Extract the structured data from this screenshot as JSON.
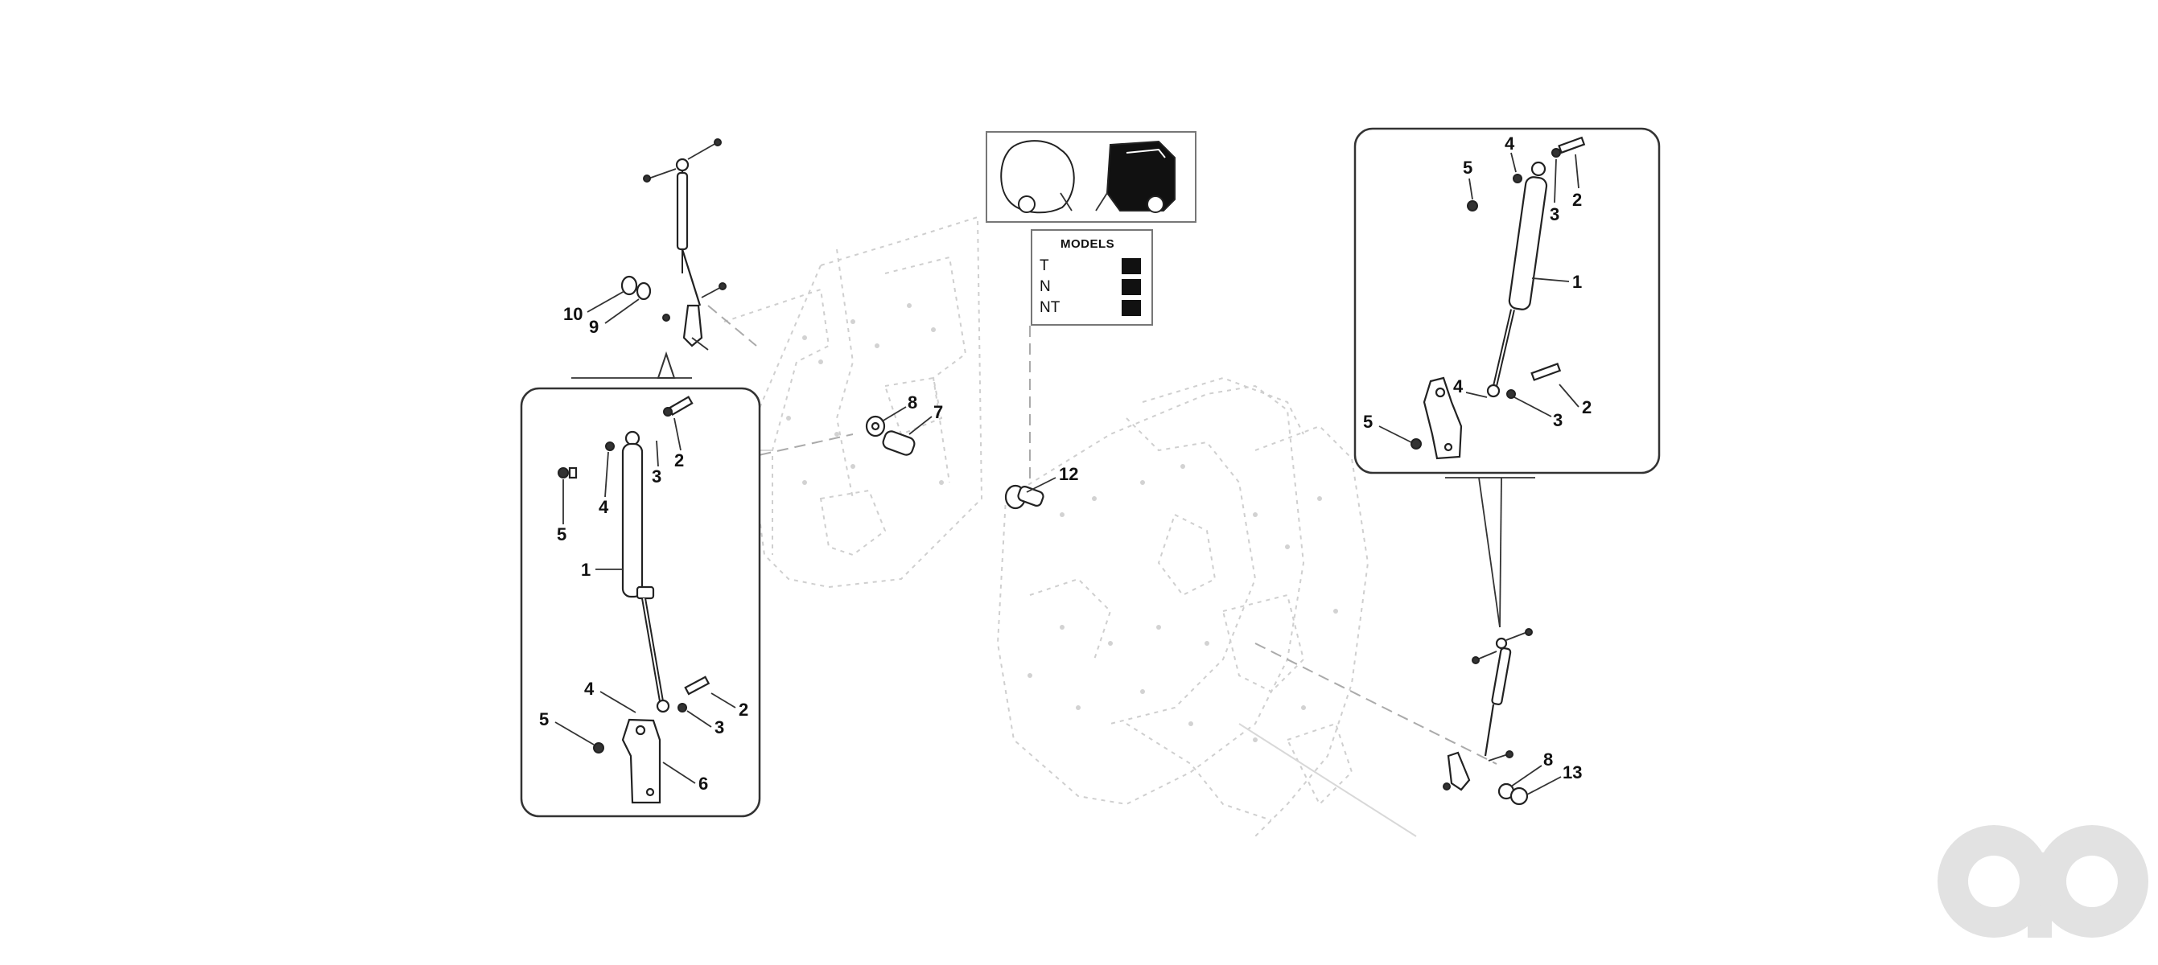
{
  "models_table": {
    "title": "MODELS",
    "rows": [
      {
        "label": "T",
        "marked": true
      },
      {
        "label": "N",
        "marked": true
      },
      {
        "label": "NT",
        "marked": true
      }
    ]
  },
  "callouts": {
    "top_left": [
      "10",
      "9"
    ],
    "left_detail": [
      "2",
      "3",
      "4",
      "5",
      "1",
      "4",
      "5",
      "2",
      "3",
      "6"
    ],
    "center": [
      "8",
      "7",
      "12"
    ],
    "right_detail": [
      "4",
      "5",
      "2",
      "3",
      "1",
      "4",
      "2",
      "5",
      "3"
    ],
    "lower_right": [
      "8",
      "13"
    ]
  },
  "colors": {
    "line": "#222222",
    "ghost_background": "#cfcfcf",
    "watermark": "#e2e2e2"
  },
  "icons": [
    "baler-outline-icon",
    "baler-solid-icon",
    "watermark-logo-icon"
  ]
}
